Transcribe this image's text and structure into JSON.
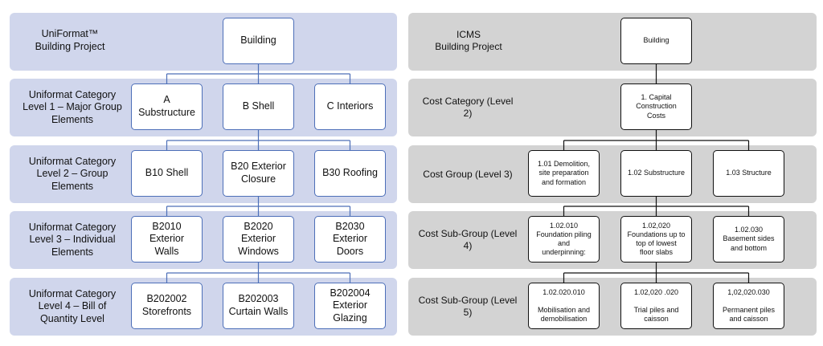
{
  "left": {
    "rows": [
      {
        "label": "UniFormat™\nBuilding Project",
        "nodes": [
          "Building"
        ]
      },
      {
        "label": "Uniformat Category\nLevel 1 – Major Group\nElements",
        "nodes": [
          "A\nSubstructure",
          "B Shell",
          "C Interiors"
        ]
      },
      {
        "label": "Uniformat Category\nLevel 2 – Group\nElements",
        "nodes": [
          "B10 Shell",
          "B20 Exterior\nClosure",
          "B30 Roofing"
        ]
      },
      {
        "label": "Uniformat Category\nLevel 3 – Individual\nElements",
        "nodes": [
          "B2010\nExterior\nWalls",
          "B2020\nExterior\nWindows",
          "B2030\nExterior\nDoors"
        ]
      },
      {
        "label": "Uniformat Category\nLevel 4 – Bill of\nQuantity Level",
        "nodes": [
          "B202002\nStorefronts",
          "B202003\nCurtain Walls",
          "B202004\nExterior\nGlazing"
        ]
      }
    ]
  },
  "right": {
    "rows": [
      {
        "label": "ICMS\nBuilding Project",
        "nodes": [
          "Building"
        ]
      },
      {
        "label": "Cost Category (Level\n2)",
        "nodes": [
          "1. Capital\nConstruction\nCosts"
        ]
      },
      {
        "label": "Cost Group (Level 3)",
        "nodes": [
          "1.01 Demolition,\nsite preparation\nand formation",
          "1.02 Substructure",
          "1.03 Structure"
        ]
      },
      {
        "label": "Cost Sub-Group (Level\n4)",
        "nodes": [
          "1.02.010\nFoundation piling\nand\nunderpinning:",
          "1.02,020\nFoundations up to\ntop of lowest\nfloor slabs",
          "1.02.030\nBasement sides\nand bottom"
        ]
      },
      {
        "label": "Cost Sub-Group (Level\n5)",
        "nodes": [
          "1.02.020.010\n\nMobilisation and\ndemobilisation",
          "1.02,020 .020\n\nTrial piles and\ncaisson",
          "1,02,020.030\n\nPermanent piles\nand caisson"
        ]
      }
    ]
  }
}
